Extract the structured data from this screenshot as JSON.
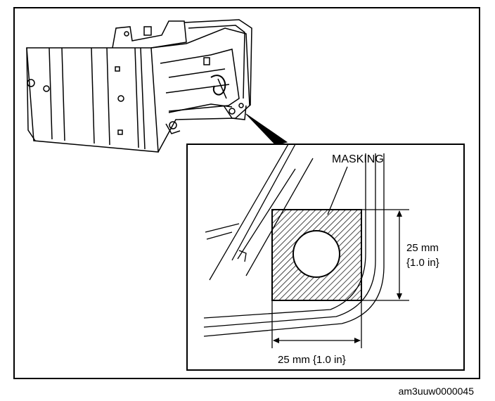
{
  "labels": {
    "masking": "MASKING",
    "height_line1": "25 mm",
    "height_line2": "{1.0 in}",
    "width": "25 mm {1.0 in}"
  },
  "figure_code": "am3uuw0000045",
  "colors": {
    "ink": "#000000",
    "paper": "#ffffff"
  }
}
